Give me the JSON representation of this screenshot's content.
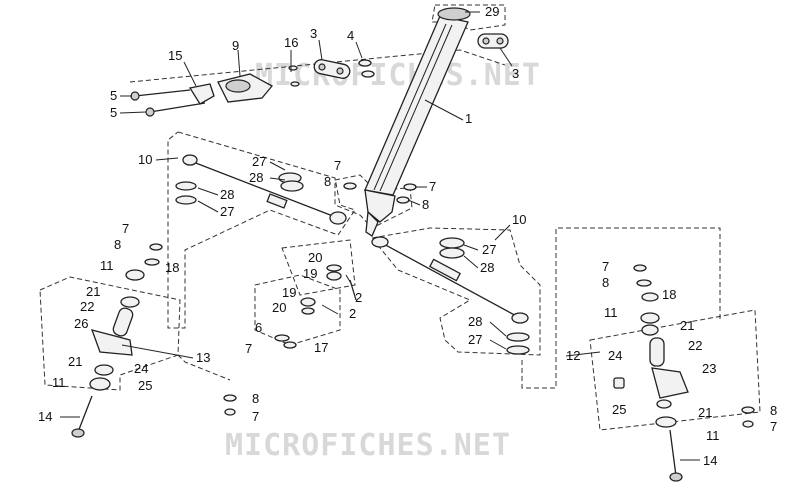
{
  "watermarks": [
    "MICROFICHES.NET",
    "MICROFICHES.NET"
  ],
  "callouts": {
    "top_29": "29",
    "top_3a": "3",
    "top_3b": "3",
    "top_4": "4",
    "top_16": "16",
    "top_9": "9",
    "top_15": "15",
    "top_5a": "5",
    "top_5b": "5",
    "top_1": "1",
    "tie_l_10": "10",
    "tie_l_27a": "27",
    "tie_l_28a": "28",
    "tie_l_28b": "28",
    "tie_l_27b": "27",
    "c_7a": "7",
    "c_8a": "8",
    "c_7b": "7",
    "c_8b": "8",
    "tie_r_10": "10",
    "tie_r_27a": "27",
    "tie_r_28a": "28",
    "tie_r_28b": "28",
    "tie_r_27b": "27",
    "pit_20a": "20",
    "pit_19a": "19",
    "pit_2a": "2",
    "pit_19b": "19",
    "pit_20b": "20",
    "pit_2b": "2",
    "pit_6": "6",
    "pit_7": "7",
    "pit_17": "17",
    "l_7": "7",
    "l_8": "8",
    "l_11a": "11",
    "l_18": "18",
    "l_21a": "21",
    "l_22": "22",
    "l_26": "26",
    "l_21b": "21",
    "l_24": "24",
    "l_25": "25",
    "l_11b": "11",
    "l_13": "13",
    "l_14": "14",
    "l_8b": "8",
    "l_7b": "7",
    "r_7a": "7",
    "r_8a": "8",
    "r_18": "18",
    "r_11a": "11",
    "r_21a": "21",
    "r_12": "12",
    "r_24": "24",
    "r_22": "22",
    "r_23": "23",
    "r_25": "25",
    "r_21b": "21",
    "r_11b": "11",
    "r_14": "14",
    "r_8b": "8",
    "r_7b": "7"
  }
}
